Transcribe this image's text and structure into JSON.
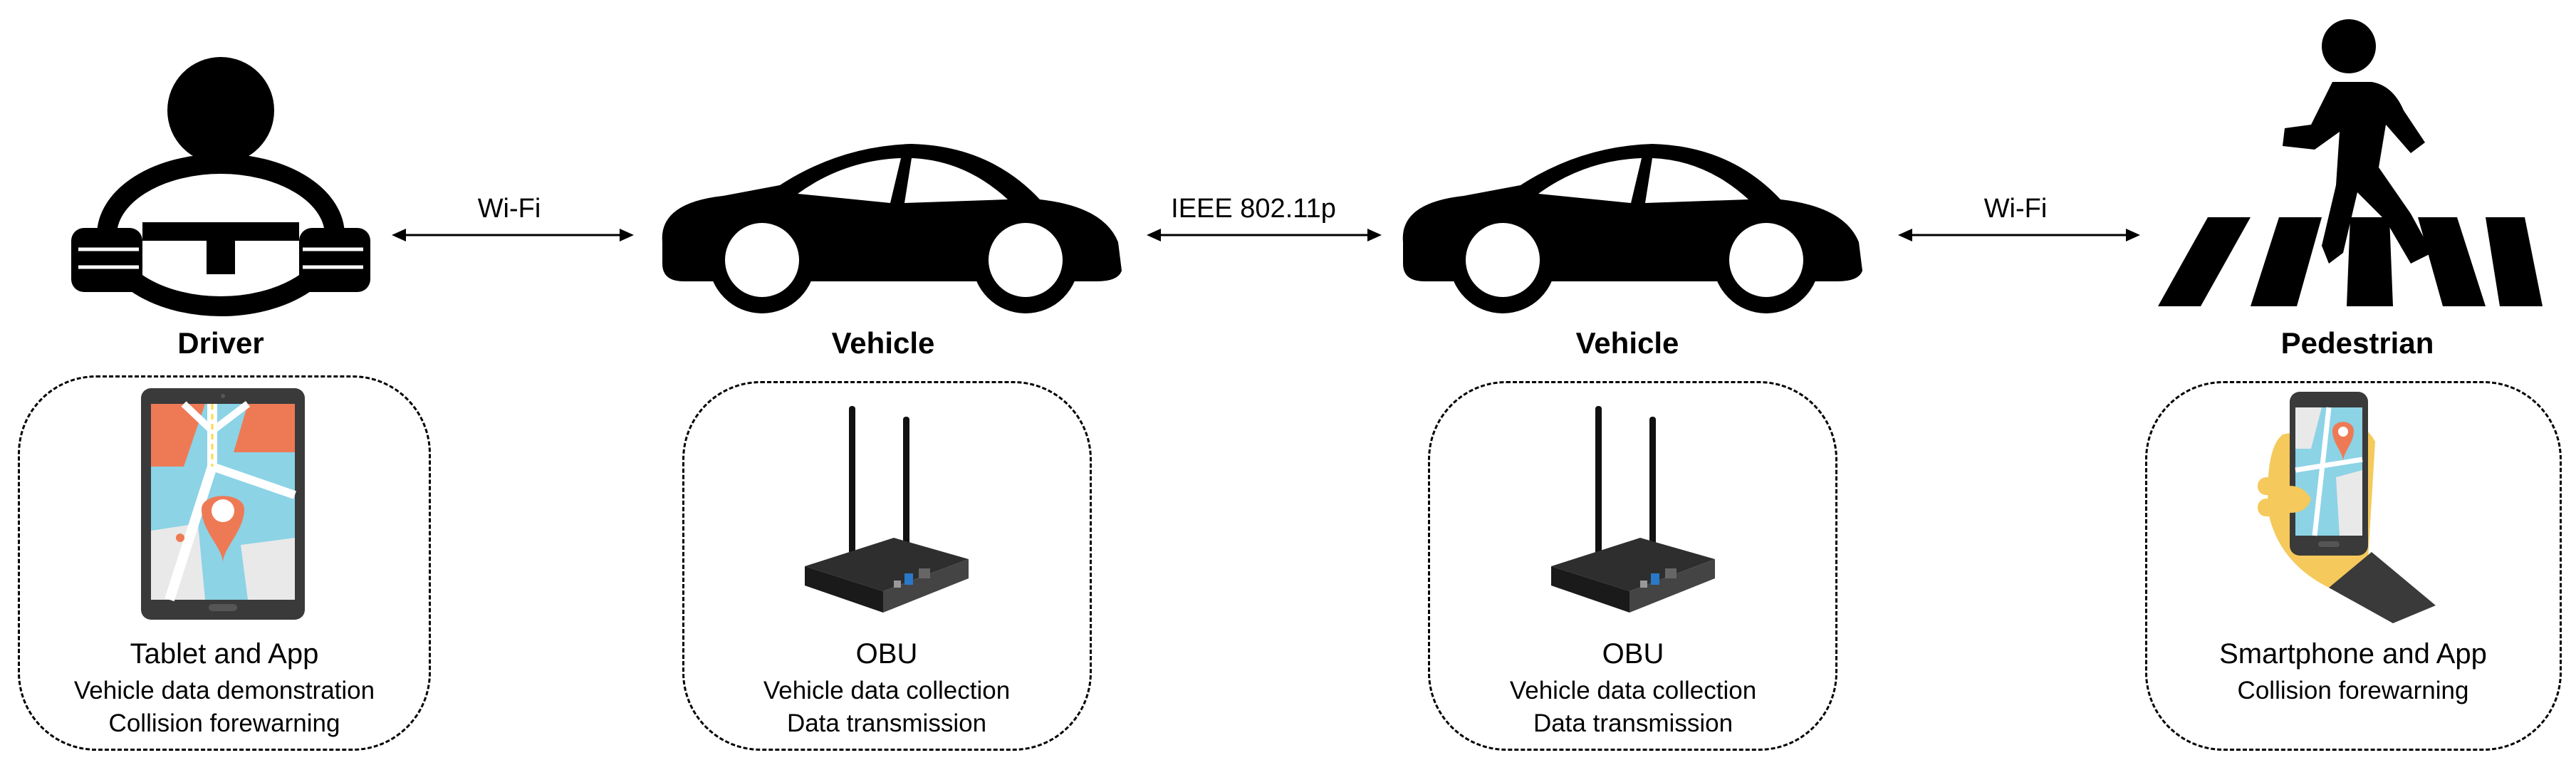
{
  "nodes": [
    {
      "key": "driver",
      "title": "Driver",
      "device": "Tablet and App",
      "functions": [
        "Vehicle data demonstration",
        "Collision forewarning"
      ]
    },
    {
      "key": "vehicle1",
      "title": "Vehicle",
      "device": "OBU",
      "functions": [
        "Vehicle data collection",
        "Data transmission"
      ]
    },
    {
      "key": "vehicle2",
      "title": "Vehicle",
      "device": "OBU",
      "functions": [
        "Vehicle data collection",
        "Data transmission"
      ]
    },
    {
      "key": "pedestrian",
      "title": "Pedestrian",
      "device": "Smartphone and App",
      "functions": [
        "Collision forewarning"
      ]
    }
  ],
  "links": [
    {
      "label": "Wi-Fi"
    },
    {
      "label": "IEEE 802.11p"
    },
    {
      "label": "Wi-Fi"
    }
  ],
  "colors": {
    "map_orange": "#ee7a55",
    "map_blue": "#8cd3e6",
    "phone_hand": "#f5c95b",
    "device_dark": "#3a3a3a"
  }
}
